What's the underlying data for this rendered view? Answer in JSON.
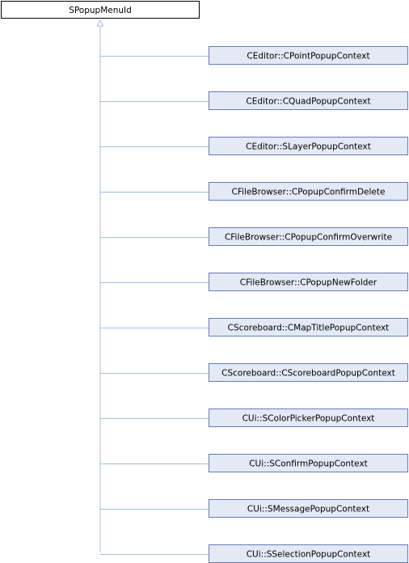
{
  "base_class": "SPopupMenuId",
  "derived_classes": [
    "CEditor::CPointPopupContext",
    "CEditor::CQuadPopupContext",
    "CEditor::SLayerPopupContext",
    "CFileBrowser::CPopupConfirmDelete",
    "CFileBrowser::CPopupConfirmOverwrite",
    "CFileBrowser::CPopupNewFolder",
    "CScoreboard::CMapTitlePopupContext",
    "CScoreboard::CScoreboardPopupContext",
    "CUi::SColorPickerPopupContext",
    "CUi::SConfirmPopupContext",
    "CUi::SMessagePopupContext",
    "CUi::SSelectionPopupContext"
  ],
  "colors": {
    "node_fill": "#e3e9f5",
    "node_border": "#647db5",
    "base_fill": "#ffffff",
    "base_border": "#000000",
    "edge": "#a4c0d8"
  }
}
